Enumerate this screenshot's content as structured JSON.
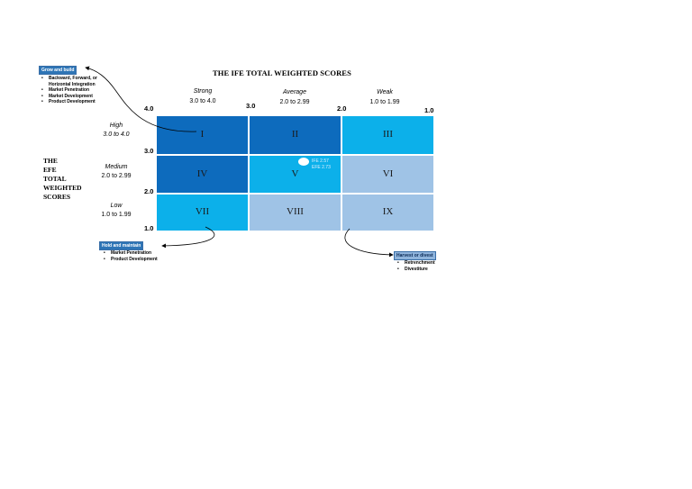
{
  "title": "THE IFE TOTAL WEIGHTED SCORES",
  "side_label": [
    "THE",
    "EFE",
    "TOTAL",
    "WEIGHTED",
    "SCORES"
  ],
  "columns": [
    {
      "name": "Strong",
      "range": "3.0 to 4.0"
    },
    {
      "name": "Average",
      "range": "2.0 to 2.99"
    },
    {
      "name": "Weak",
      "range": "1.0 to 1.99"
    }
  ],
  "rows": [
    {
      "name": "High",
      "range": "3.0 to 4.0"
    },
    {
      "name": "Medium",
      "range": "2.0 to 2.99"
    },
    {
      "name": "Low",
      "range": "1.0 to 1.99"
    }
  ],
  "x_ticks": [
    "4.0",
    "3.0",
    "2.0",
    "1.0"
  ],
  "y_ticks": [
    "3.0",
    "2.0",
    "1.0"
  ],
  "cells": [
    {
      "label": "I",
      "color": "#0d6bbd"
    },
    {
      "label": "II",
      "color": "#0d6bbd"
    },
    {
      "label": "III",
      "color": "#0cb0ea"
    },
    {
      "label": "IV",
      "color": "#0d6bbd"
    },
    {
      "label": "V",
      "color": "#0cb0ea"
    },
    {
      "label": "VI",
      "color": "#9fc3e6"
    },
    {
      "label": "VII",
      "color": "#0cb0ea"
    },
    {
      "label": "VIII",
      "color": "#9fc3e6"
    },
    {
      "label": "IX",
      "color": "#9fc3e6"
    }
  ],
  "scores": {
    "ife": "IFE 2.57",
    "efe": "EFE 2.73"
  },
  "strategies": {
    "grow": {
      "label": "Grow and build",
      "color": "#2e75b6",
      "items": [
        "Backward, Forward, or",
        "Horizontal Integration",
        "Market Penetration",
        "Market Development",
        "Product Development"
      ]
    },
    "hold": {
      "label": "Hold and maintain",
      "color": "#2e75b6",
      "items": [
        "Market Penetration",
        "Product Development"
      ]
    },
    "harvest": {
      "label": "Harvest or divest",
      "color": "#8fb4dc",
      "items": [
        "Retrenchment",
        "Divestiture"
      ]
    }
  }
}
